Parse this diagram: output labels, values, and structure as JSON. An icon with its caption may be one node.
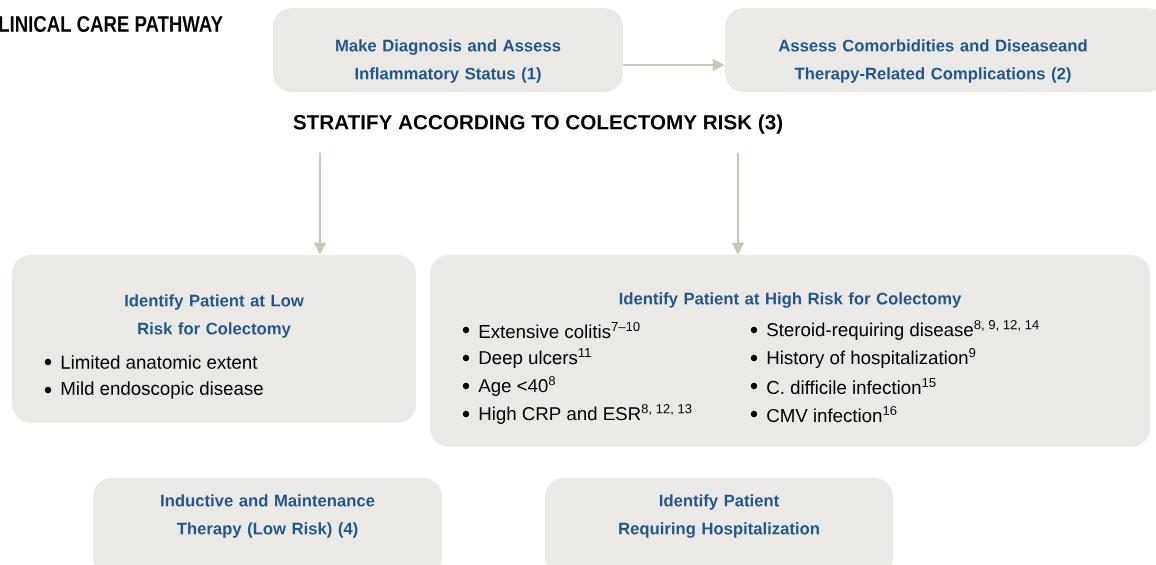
{
  "diagram": {
    "title": "LINICAL CARE PATHWAY",
    "nodes": [
      {
        "text": [
          "Make Diagnosis and Assess Inflammatory Status (1)"
        ]
      },
      {
        "text": [
          "Assess Comorbidities and Diseaseand Therapy-Related Complications (2)"
        ]
      },
      {
        "text": [
          "STRATIFY ACCORDING TO COLECTOMY RISK (3)"
        ]
      },
      {
        "text": [
          "Identify Patient at Low Risk for Colectomy",
          "Limited anatomic extent",
          "Mild endoscopic disease"
        ]
      },
      {
        "text": [
          "Identify Patient at High Risk for Colectomy",
          "Extensive colitis$^{7–10}$",
          "Deep ulcers$^{11}$",
          "Age <40$^{8}$",
          "High CRP and ESR$^{8, 12, 13}$",
          "Steroid-requiring disease$^{8, 9, 12, 14}$",
          "History of hospitalization$^{9}$",
          "C. difficile infection$^{15}$",
          "CMV infection$^{16}$"
        ]
      },
      {
        "text": [
          "Inductive and Maintenance Therapy (Low Risk) (4)"
        ]
      },
      {
        "text": [
          "Identify Patient Requiring Hospitalization"
        ]
      }
    ],
    "edges": [
      {
        "from": 0,
        "to": 1,
        "arrow": "to"
      },
      {
        "from": 2,
        "to": 3,
        "arrow": "to"
      },
      {
        "from": 2,
        "to": 4,
        "arrow": "to"
      }
    ]
  }
}
